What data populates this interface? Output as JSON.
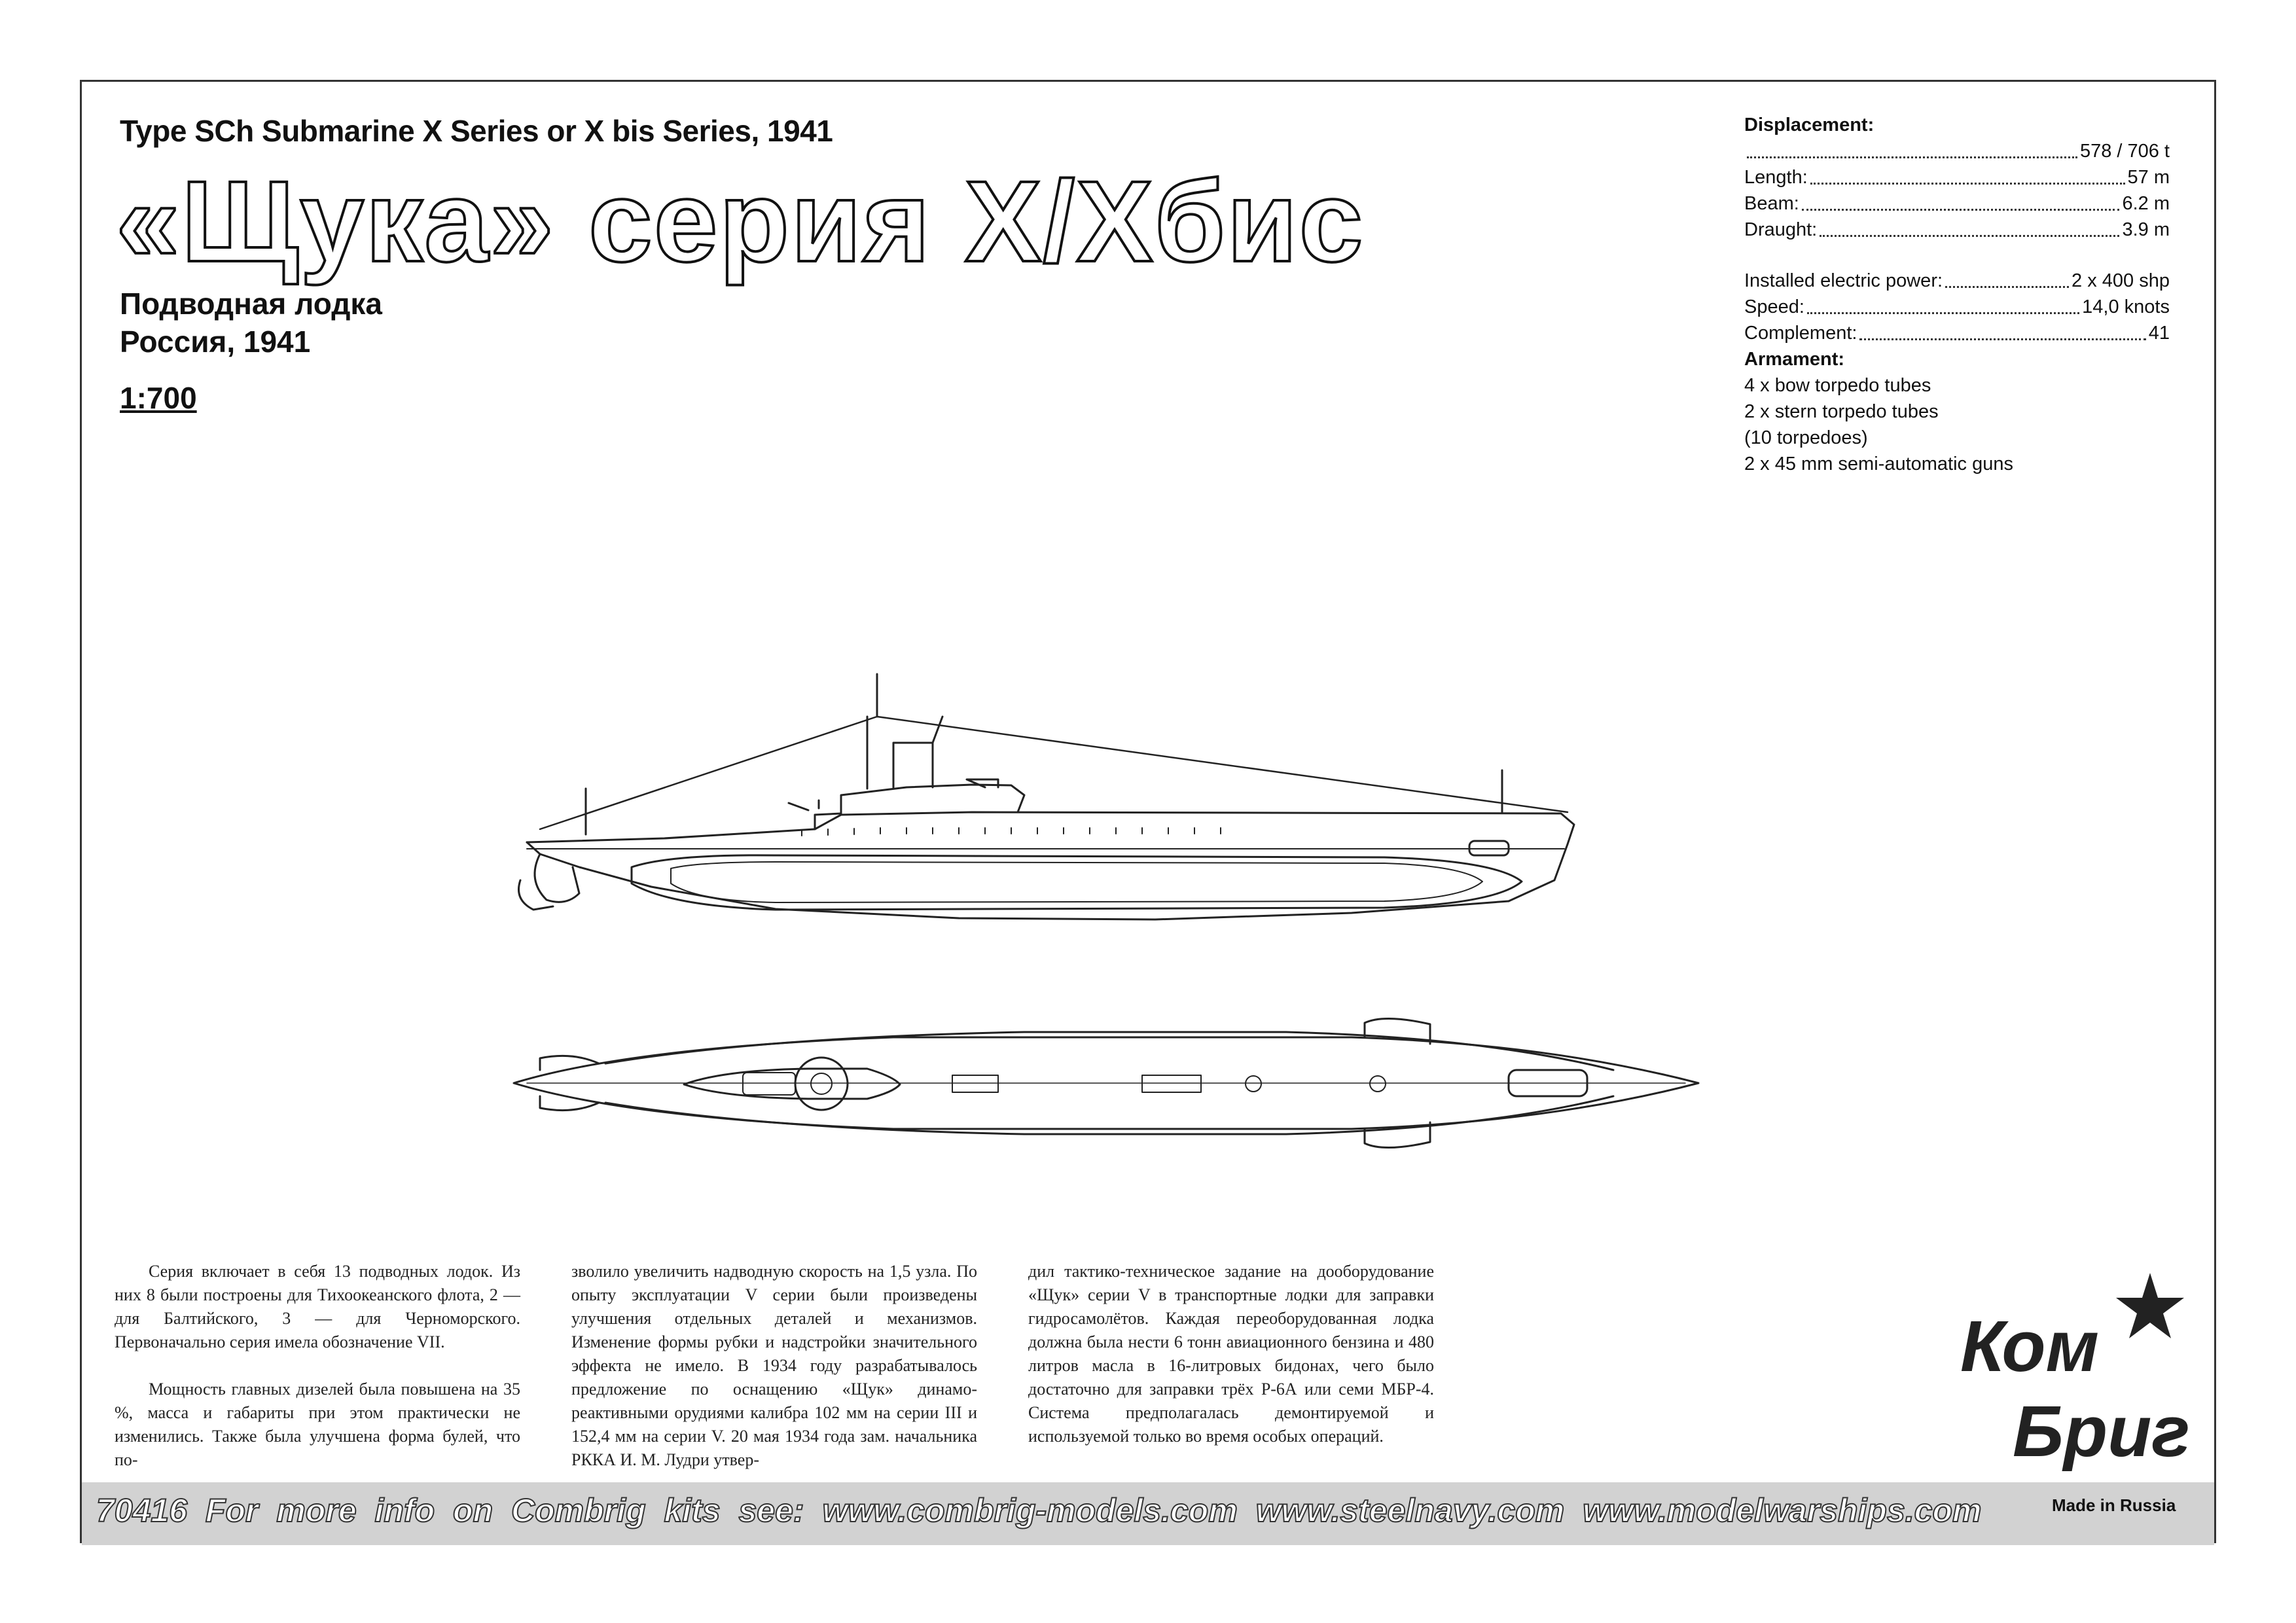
{
  "header": {
    "subtitle_en": "Type SCh Submarine X Series or X bis Series, 1941",
    "title_ru": "«Щука» серия Х/Хбис",
    "type_ru": "Подводная лодка",
    "country_ru": "Россия, 1941",
    "scale": "1:700"
  },
  "specs": {
    "displacement_label": "Displacement:",
    "displacement_value": "578 / 706 t",
    "length_label": "Length:",
    "length_value": "57 m",
    "beam_label": "Beam:",
    "beam_value": "6.2 m",
    "draught_label": "Draught:",
    "draught_value": "3.9 m",
    "power_label": "Installed electric power:",
    "power_value": "2 x 400 shp",
    "speed_label": "Speed:",
    "speed_value": "14,0 knots",
    "complement_label": "Complement:",
    "complement_value": "41",
    "armament_label": "Armament:",
    "armament": [
      "4 x bow torpedo tubes",
      "2 x stern torpedo tubes",
      "(10 torpedoes)",
      "2 x 45 mm semi-automatic guns"
    ]
  },
  "body": {
    "col1_p1": "Серия включает в себя 13 подводных лодок. Из них 8 были построены для Тихоокеанского флота, 2 — для Балтийского, 3 — для Черноморского. Первоначально серия имела обозначение VII.",
    "col1_p2": "Мощность главных дизелей была повышена на 35 %, масса и габариты при этом практически не изменились. Также была улучшена форма булей, что по-",
    "col2_p1": "зволило увеличить надводную скорость на 1,5 узла. По опыту эксплуатации V серии были произведены улучшения отдельных деталей и механизмов. Изменение формы рубки и надстройки значительного эффекта не имело. В 1934 году разрабатывалось предложение по оснащению «Щук» динамо-реактивными орудиями калибра 102 мм на серии III и 152,4 мм на серии V. 20 мая 1934 года зам. начальника РККА И. М. Лудри утвер-",
    "col3_p1": "дил тактико-техническое задание на дооборудование «Щук» серии V в транспортные лодки для заправки гидросамолётов. Каждая переоборудованная лодка должна была нести 6 тонн авиационного бензина и 480 литров масла в 16-литровых бидонах, чего было достаточно для заправки трёх Р-6А или семи МБР-4. Система предполагалась демонтируемой и используемой только во время особых операций."
  },
  "logo": {
    "line1": "Ком",
    "line2": "Бриг",
    "made_in": "Made in Russia"
  },
  "footer": {
    "text": "70416   For more info on Combrig kits see:   www.combrig-models.com   www.steelnavy.com   www.modelwarships.com"
  }
}
